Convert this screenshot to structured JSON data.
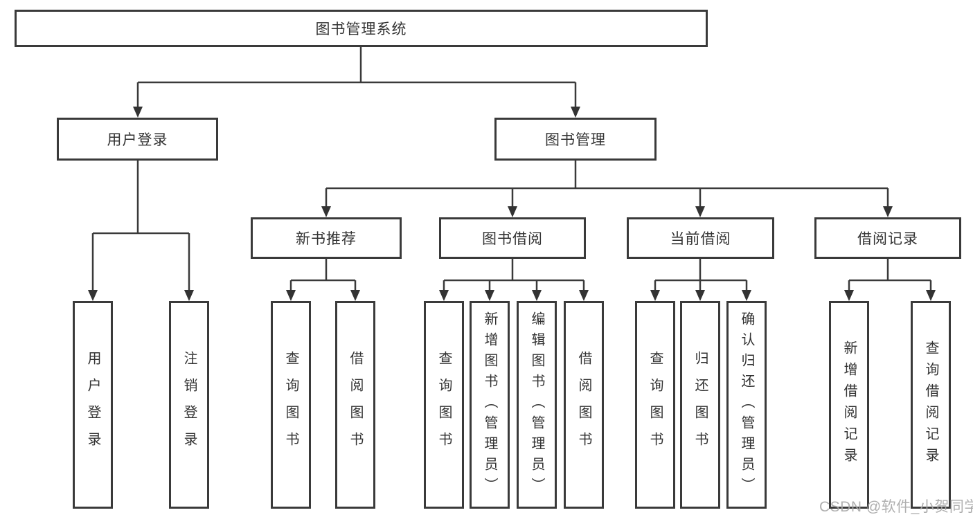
{
  "nodes": {
    "root": "图书管理系统",
    "user_login": "用户登录",
    "book_mgmt": "图书管理",
    "new_book_rec": "新书推荐",
    "book_borrow": "图书借阅",
    "current_borrow": "当前借阅",
    "borrow_record": "借阅记录",
    "leaf_user_login": "用户登录",
    "leaf_logout_login": "注销登录",
    "leaf_rec_query_book": "查询图书",
    "leaf_rec_borrow_book": "借阅图书",
    "leaf_bb_query_book": "查询图书",
    "leaf_bb_add_book": "新增图书（管理员）",
    "leaf_bb_edit_book": "编辑图书（管理员）",
    "leaf_bb_borrow_book": "借阅图书",
    "leaf_cb_query_book": "查询图书",
    "leaf_cb_return_book": "归还图书",
    "leaf_cb_confirm_return": "确认归还（管理员）",
    "leaf_br_add_record": "新增借阅记录",
    "leaf_br_query_record": "查询借阅记录"
  },
  "watermark": "CSDN @软件_小贺同学",
  "colors": {
    "line": "#3a3a3a",
    "box_border": "#3a3a3a",
    "text": "#333333",
    "watermark": "#a8a8a8",
    "background": "#ffffff"
  }
}
